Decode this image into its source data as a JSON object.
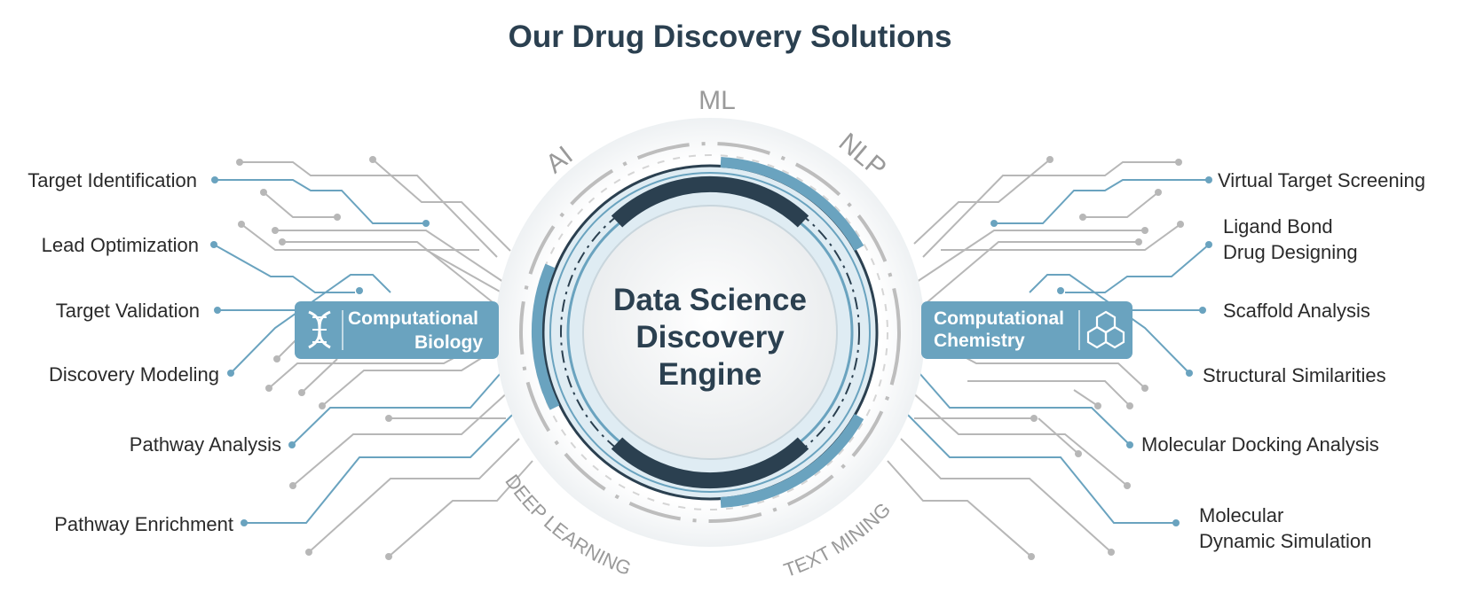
{
  "title": "Our Drug Discovery Solutions",
  "core": {
    "lines": [
      "Data Science",
      "Discovery",
      "Engine"
    ]
  },
  "technologies": {
    "ml": "ML",
    "ai": "AI",
    "nlp": "NLP",
    "deep_learning": "DEEP LEARNING",
    "text_mining": "TEXT MINING"
  },
  "left_box": {
    "line1": "Computational",
    "line2": "Biology",
    "icon": "dna-icon"
  },
  "right_box": {
    "line1": "Computational",
    "line2": "Chemistry",
    "icon": "hexagon-molecule-icon"
  },
  "left_items": [
    "Target Identification",
    "Lead Optimization",
    "Target Validation",
    "Discovery Modeling",
    "Pathway Analysis",
    "Pathway Enrichment"
  ],
  "right_items": [
    "Virtual Target Screening",
    "Ligand Bond",
    "Drug Designing",
    "Scaffold Analysis",
    "Structural Similarities",
    "Molecular Docking Analysis",
    "Molecular",
    "Dynamic Simulation"
  ],
  "colors": {
    "accent_blue": "#6aa3bf",
    "dark_navy": "#2b4050",
    "trace_gray": "#b7b7b7",
    "label_gray": "#9a9a9a"
  }
}
